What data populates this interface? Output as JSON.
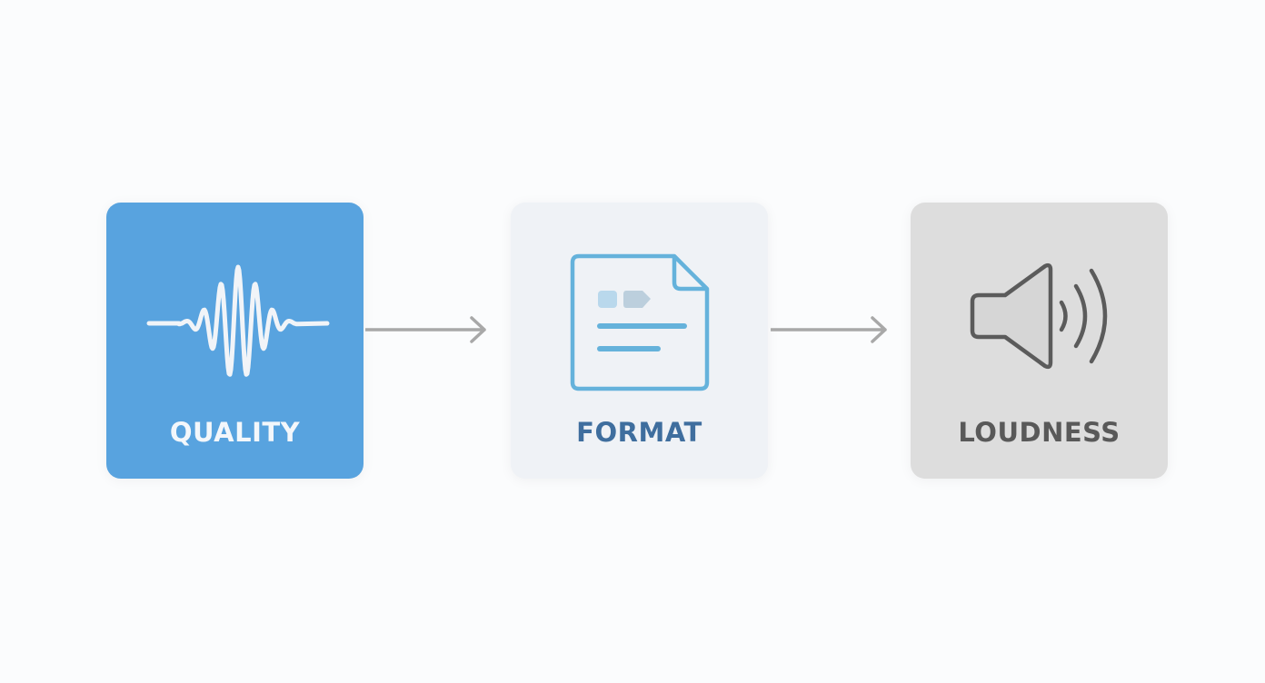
{
  "steps": [
    {
      "label": "QUALITY",
      "icon": "waveform-icon",
      "color": "#58a3df"
    },
    {
      "label": "FORMAT",
      "icon": "document-icon",
      "color": "#eff2f6"
    },
    {
      "label": "LOUDNESS",
      "icon": "speaker-icon",
      "color": "#dddddd"
    }
  ],
  "arrow_color": "#a8a8a8"
}
